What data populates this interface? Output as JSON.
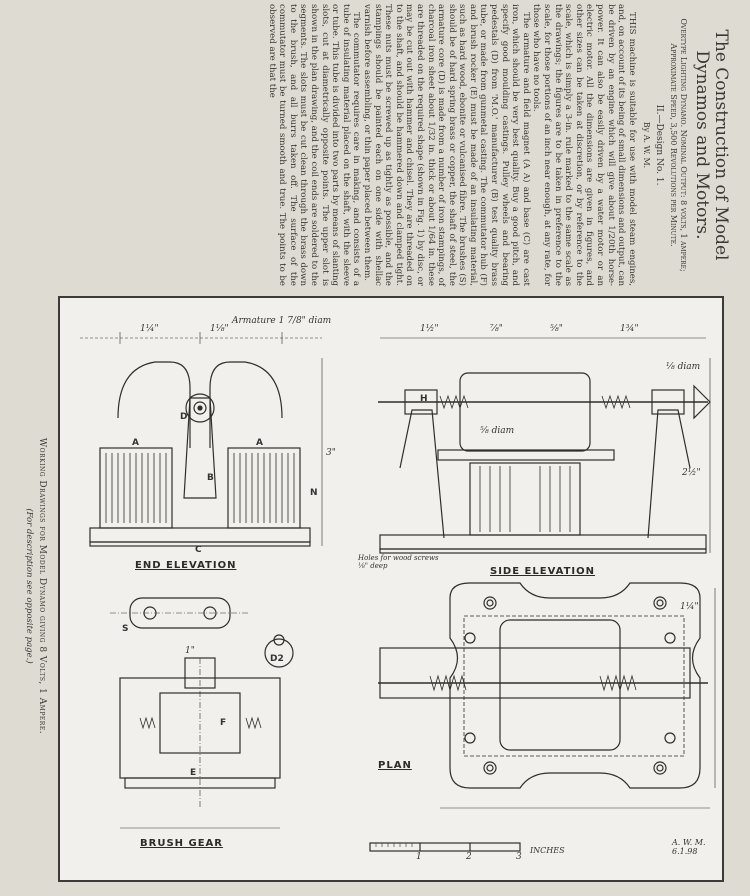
{
  "article": {
    "title": "The Construction of Model Dynamos and Motors.",
    "subtitle": "Overtype Lighting Dynamo. Nominal Output: 8 volts, 1 ampere; Approximate Speed, 3,500 Revolutions per Minute.",
    "section": "II.—Design No. 1.",
    "author": "By A. W. M.",
    "paragraphs": [
      "THIS machine is suitable for use with model steam engines, and, on account of its being of small dimensions and output, can be driven by an engine which will give about 1/20th horse-power. It can also be easily driven by a water motor or an electric motor. All the dimensions are given in figures, and other sizes can be taken at discretion, or by reference to the scale, which is simply a 3-in. rule marked to the same scale as the drawings; the figures are to be taken in preference to the scale, for those portions of an inch near enough, at any rate, for those who have no tools.",
      "The armature and field magnet (A A) and base (C) are cast iron, which should be very best quality. Buy a good pitch, and specify good moulding castings. Pulley wheels and bearing pedestals (D) from 'M.O.' manufacturer (B) test quality brass tube, or made from gunmetal casting. The commutator hub (F) and brush rocker (E) must be made of an insulating material, such as hard wood, ebonite or vulcanised fibre. The brushes (S) should be of hard spring brass or copper, the shaft of steel, the armature core (D) is made from a number of iron stampings, of charcoal iron sheet about 1/32 in. thick or about 1/64 in. these are threaded on the required shape (shown in Fig. 1) by disc, or may be cut out with hammer and chisel. They are threaded on to the shaft, and should be hammered down and clamped tight. These nuts must be screwed up as tightly as possible, and the stampings should be painted each on one side with shellac varnish before assembling, or thin paper placed between them.",
      "The commutator requires care in making, and consists of a tube of insulating material placed on the shaft, with the sleeve or tube. This tube is divided into two parts by means of slanting slots, cut at diametrically opposite points. The upper slot is shown in the plan drawing, and the coil ends are soldered to the segments. The slots must be cut clean through the brass down to the brush, and all burrs taken off. The surface of the commutator must be turned smooth and true. The points to be observed are that the"
    ]
  },
  "plate": {
    "captions": {
      "end_elevation": "END ELEVATION",
      "side_elevation": "SIDE ELEVATION",
      "plan": "PLAN",
      "brush_gear": "BRUSH GEAR",
      "inches": "INCHES"
    },
    "armature_note": "Armature 1 7/8\" diam",
    "field_note": "⅝ diam",
    "shaft_note": "⅛ diam",
    "holes_note": "Holes for wood screws ⅛\" deep",
    "brush_note": "D2",
    "scale_ticks": [
      "1",
      "2",
      "3"
    ],
    "signature": "A. W. M. 6.1.98",
    "dims": {
      "d1": "1¼\"",
      "d2": "1⅛\"",
      "d3": "1½\"",
      "d4": "⅞\"",
      "d5": "⅝\"",
      "d6": "1¾\"",
      "d7": "3\"",
      "d8": "1¼\"",
      "d9": "2½\"",
      "d10": "1\""
    },
    "labels": [
      "A",
      "A",
      "B",
      "C",
      "D",
      "E",
      "F",
      "H",
      "N",
      "S"
    ]
  },
  "side_caption": {
    "line1": "Working Drawings for Model Dynamo giving 8 Volts, 1 Ampere.",
    "line2": "(For description see opposite page.)"
  }
}
